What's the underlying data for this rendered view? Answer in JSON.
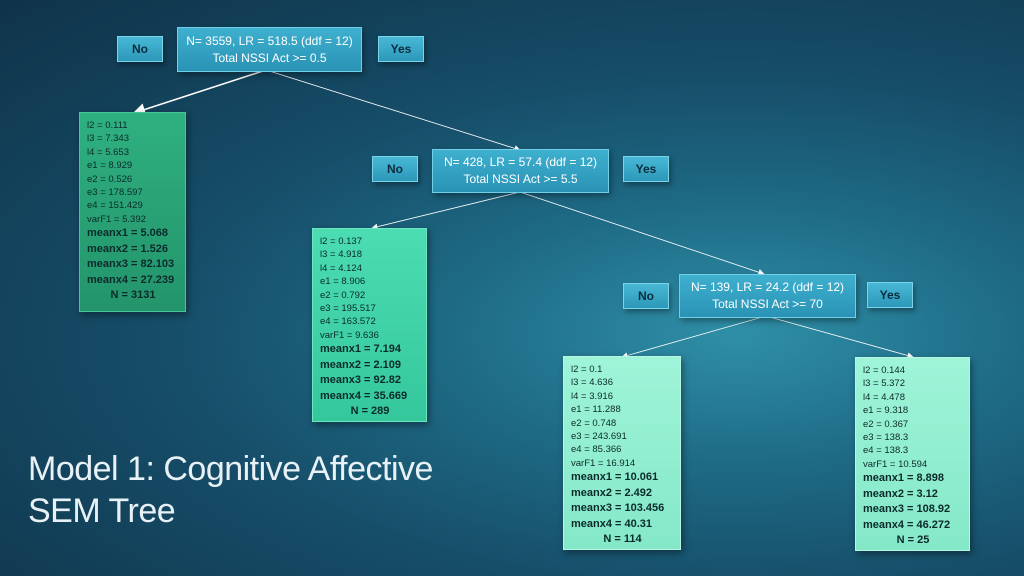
{
  "title": {
    "line1": "Model 1: Cognitive Affective",
    "line2": "SEM Tree"
  },
  "labels": {
    "no": "No",
    "yes": "Yes"
  },
  "colors": {
    "leaf_dark": "#2aa779",
    "leaf_mid": "#3fd3a8",
    "leaf_light": "#8ff0cf",
    "split_box": "#35a4c6"
  },
  "splits": [
    {
      "line1": "N= 3559, LR = 518.5 (ddf = 12)",
      "line2": "Total NSSI Act >= 0.5"
    },
    {
      "line1": "N= 428, LR = 57.4 (ddf = 12)",
      "line2": "Total NSSI Act >= 5.5"
    },
    {
      "line1": "N= 139, LR = 24.2 (ddf = 12)",
      "line2": "Total NSSI Act >= 70"
    }
  ],
  "leaves": [
    {
      "params": [
        "l2 = 0.111",
        "l3 = 7.343",
        "l4 = 5.653",
        "e1 = 8.929",
        "e2 = 0.526",
        "e3 = 178.597",
        "e4 = 151.429",
        "varF1 = 5.392"
      ],
      "means": [
        "meanx1 = 5.068",
        "meanx2 = 1.526",
        "meanx3 = 82.103",
        "meanx4 = 27.239"
      ],
      "n": "N = 3131"
    },
    {
      "params": [
        "l2 = 0.137",
        "l3 = 4.918",
        "l4 = 4.124",
        "e1 = 8.906",
        "e2 = 0.792",
        "e3 = 195.517",
        "e4 = 163.572",
        "varF1 = 9.636"
      ],
      "means": [
        "meanx1 = 7.194",
        "meanx2 = 2.109",
        "meanx3 = 92.82",
        "meanx4 = 35.669"
      ],
      "n": "N = 289"
    },
    {
      "params": [
        "l2 = 0.1",
        "l3 = 4.636",
        "l4 = 3.916",
        "e1 = 11.288",
        "e2 = 0.748",
        "e3 = 243.691",
        "e4 = 85.366",
        "varF1 = 16.914"
      ],
      "means": [
        "meanx1 = 10.061",
        "meanx2 = 2.492",
        "meanx3 = 103.456",
        "meanx4 = 40.31"
      ],
      "n": "N = 114"
    },
    {
      "params": [
        "l2 = 0.144",
        "l3 = 5.372",
        "l4 = 4.478",
        "e1 = 9.318",
        "e2 = 0.367",
        "e3 = 138.3",
        "e4 = 138.3",
        "varF1 = 10.594"
      ],
      "means": [
        "meanx1 = 8.898",
        "meanx2 = 3.12",
        "meanx3 = 108.92",
        "meanx4 = 46.272"
      ],
      "n": "N = 25"
    }
  ]
}
